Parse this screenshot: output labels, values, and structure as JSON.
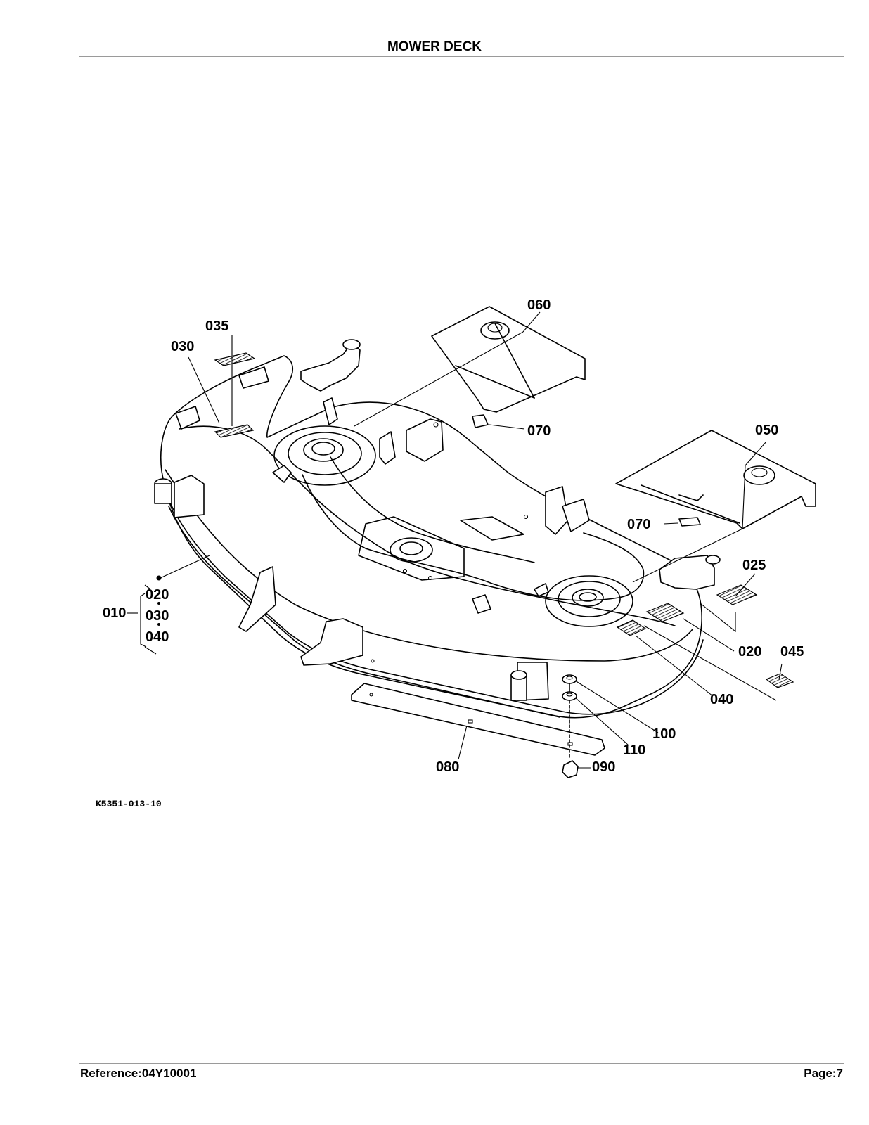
{
  "header": {
    "title": "MOWER DECK"
  },
  "figure": {
    "code": "K5351-013-10",
    "callouts": {
      "c060": "060",
      "c035": "035",
      "c030": "030",
      "c070a": "070",
      "c050": "050",
      "c070b": "070",
      "c025": "025",
      "c010": "010",
      "c020a": "020",
      "c030b": "030",
      "c040a": "040",
      "c020b": "020",
      "c045": "045",
      "c040b": "040",
      "c100": "100",
      "c110": "110",
      "c080": "080",
      "c090": "090"
    }
  },
  "footer": {
    "reference": "Reference:04Y10001",
    "page": "Page:7"
  }
}
